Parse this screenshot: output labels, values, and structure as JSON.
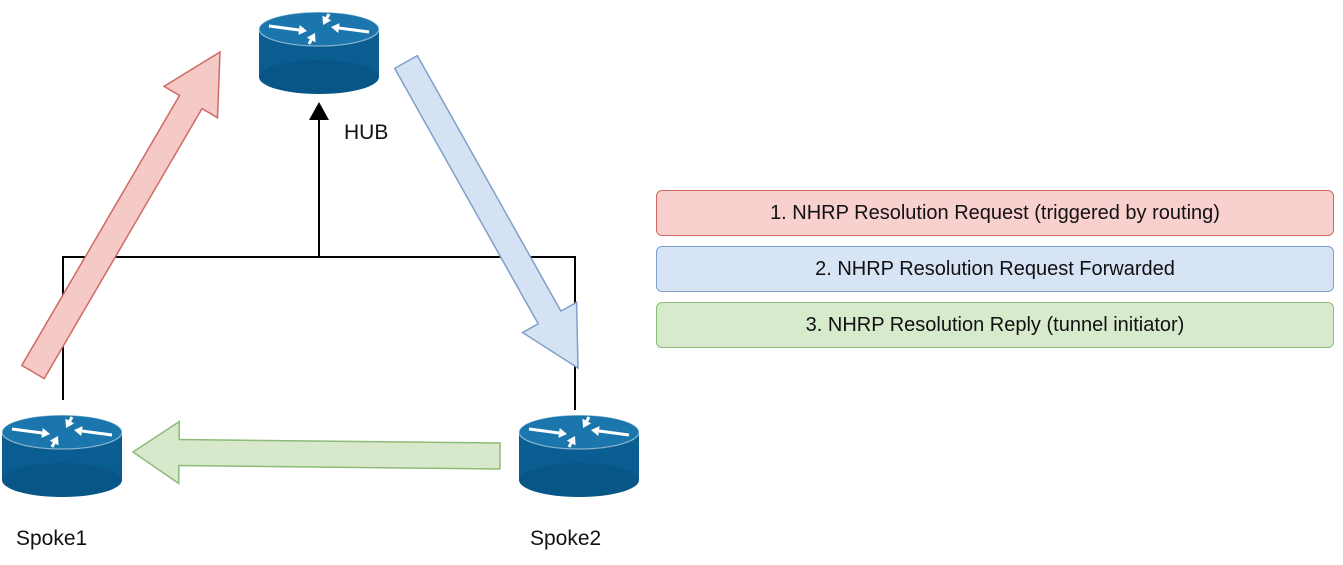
{
  "colors": {
    "router_fill": "#0a5d91",
    "router_top": "#1b76ad",
    "router_dark": "#074a75",
    "link": "#000000",
    "arrow_request_fill": "#f5c9c6",
    "arrow_request_stroke": "#cf6a63",
    "arrow_forward_fill": "#d4e2f4",
    "arrow_forward_stroke": "#7f9fcc",
    "arrow_reply_fill": "#d7e8cb",
    "arrow_reply_stroke": "#8dbb78"
  },
  "nodes": {
    "hub": {
      "label": "HUB",
      "icon": "router-icon"
    },
    "spoke1": {
      "label": "Spoke1",
      "icon": "router-icon"
    },
    "spoke2": {
      "label": "Spoke2",
      "icon": "router-icon"
    }
  },
  "legend": {
    "items": [
      {
        "text": "1. NHRP Resolution Request (triggered by routing)",
        "fill": "#f8d0cd",
        "stroke": "#cf6a63"
      },
      {
        "text": "2. NHRP Resolution Request Forwarded",
        "fill": "#d6e4f5",
        "stroke": "#7f9fcc"
      },
      {
        "text": "3. NHRP Resolution Reply (tunnel initiator)",
        "fill": "#d8eacc",
        "stroke": "#8dbb78"
      }
    ]
  }
}
